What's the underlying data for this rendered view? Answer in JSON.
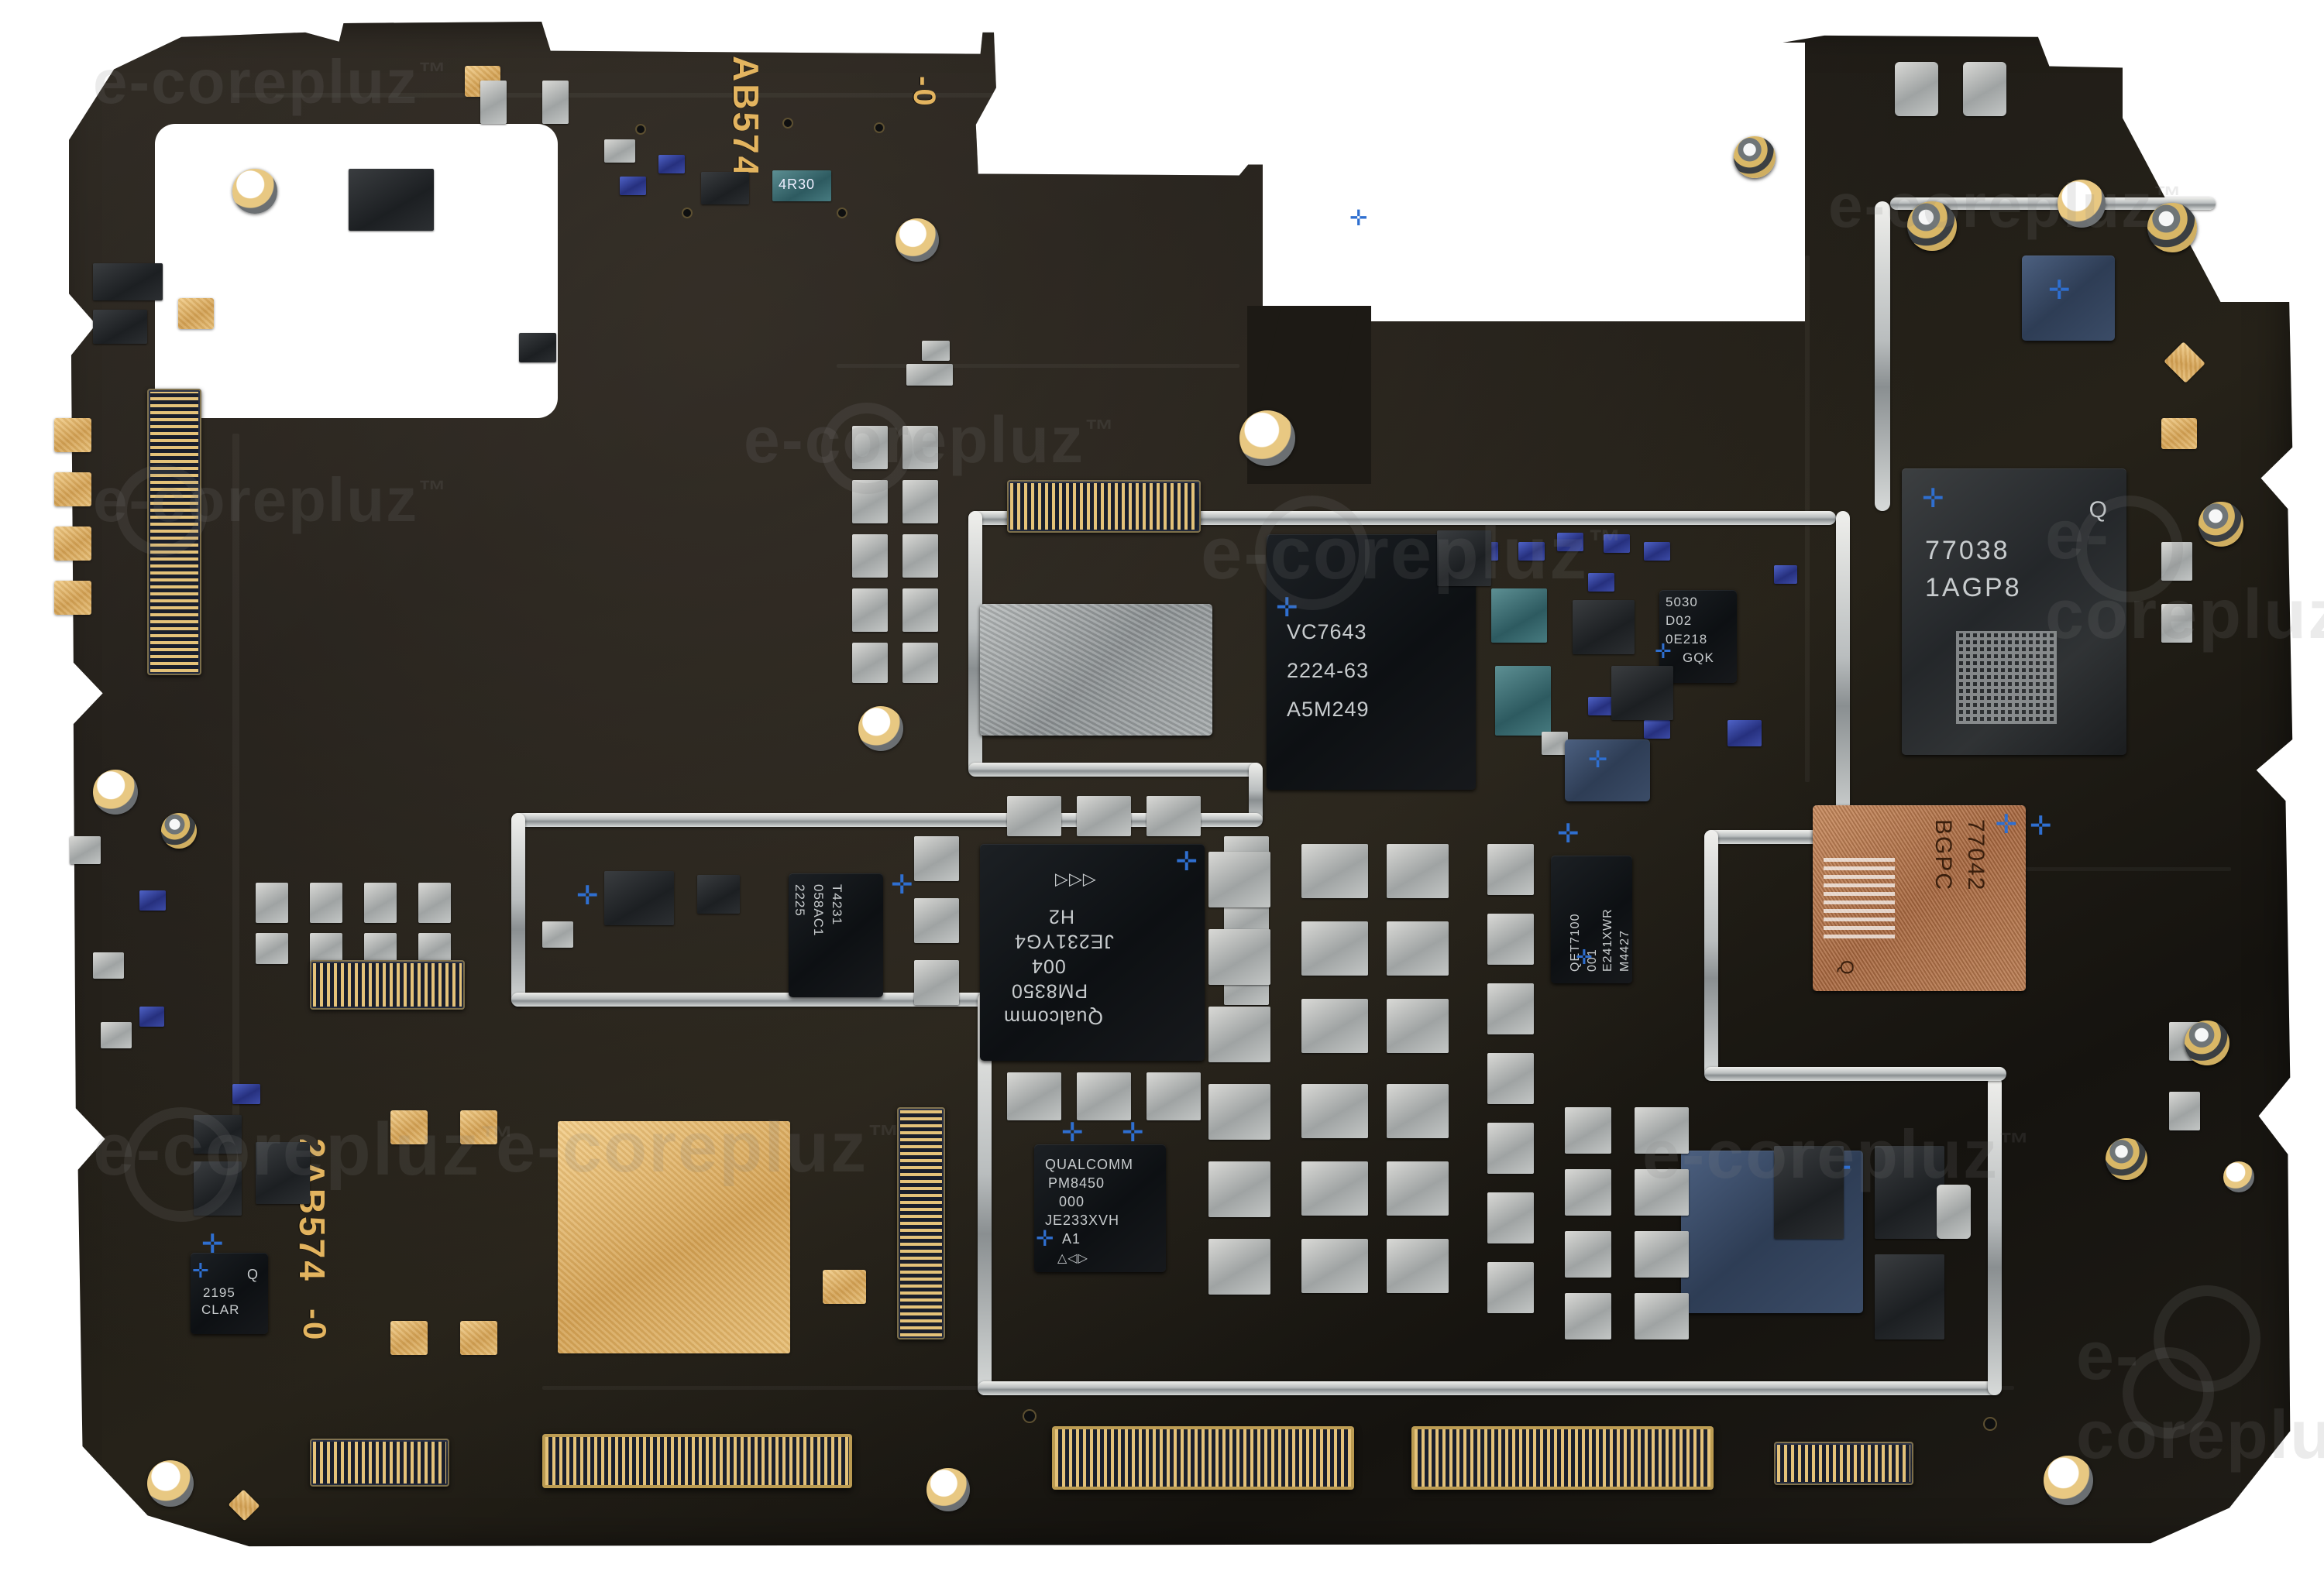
{
  "photo": {
    "subject": "smartphone-motherboard-pcb",
    "background_color": "#ffffff",
    "board_color": "#221e18",
    "accent_gold": "#e3b45f",
    "accent_blue": "#2f6fd0"
  },
  "watermark": {
    "text": "e-corepluz",
    "trademark": "™",
    "color": "#808080"
  },
  "silkscreen": [
    {
      "id": "top-code",
      "text": "AB574"
    },
    {
      "id": "top-rev",
      "text": "-0"
    },
    {
      "id": "bottom-code",
      "text": "2AB574"
    },
    {
      "id": "bottom-rev",
      "text": "-0"
    }
  ],
  "chips": [
    {
      "id": "vc7643",
      "name": "rf-transceiver-vc7643",
      "lines": [
        "VC7643",
        "2224-63",
        "A5M249"
      ]
    },
    {
      "id": "skyworks-77038",
      "name": "power-amplifier-77038",
      "lines": [
        "77038",
        "1AGP8"
      ],
      "logo": "Q"
    },
    {
      "id": "skyworks-77042",
      "name": "power-amplifier-77042",
      "lines": [
        "77042",
        "BGPC"
      ],
      "logo": "Q"
    },
    {
      "id": "pm8350",
      "name": "qualcomm-pm8350-pmic",
      "lines": [
        "Qualcomm",
        "PM8350",
        "004",
        "JE231YG4",
        "H2"
      ],
      "orientation": "rotated-180"
    },
    {
      "id": "pm8450",
      "name": "qualcomm-pm8450-pmic",
      "lines": [
        "QUALCOMM",
        "PM8450",
        "000",
        "JE233XVH",
        "A1"
      ]
    },
    {
      "id": "qet7100",
      "name": "qualcomm-qet7100-envelope-tracker",
      "lines": [
        "QET7100",
        "001",
        "E241XWR",
        "M4427"
      ],
      "logo": "Q",
      "orientation": "rotated-90"
    },
    {
      "id": "gqk-5030",
      "name": "regulator-5030",
      "lines": [
        "5030",
        "D02",
        "0E218",
        "GQK"
      ]
    },
    {
      "id": "t4231",
      "name": "small-ic-t4231",
      "lines": [
        "T4231",
        "058AC1",
        "2225"
      ],
      "orientation": "rotated-90"
    },
    {
      "id": "clar-2195",
      "name": "audio-codec-2195-clar",
      "lines": [
        "2195",
        "CLAR"
      ],
      "logo": "Q"
    },
    {
      "id": "resistor-4r30",
      "name": "smd-resistor-4r30",
      "lines": [
        "4R30"
      ]
    },
    {
      "id": "blue-rf-module",
      "name": "rf-front-end-module",
      "lines": [
        "",
        ""
      ]
    }
  ],
  "connectors": [
    {
      "id": "fpc-left-display",
      "name": "fpc-connector-display"
    },
    {
      "id": "fpc-top-camera",
      "name": "fpc-connector-camera"
    },
    {
      "id": "fpc-mid-left",
      "name": "fpc-connector-side-key"
    },
    {
      "id": "fpc-bottom-left",
      "name": "fpc-connector-antenna"
    },
    {
      "id": "btb-bottom-1",
      "name": "board-to-board-connector-1"
    },
    {
      "id": "btb-bottom-2",
      "name": "board-to-board-connector-2"
    },
    {
      "id": "btb-bottom-3",
      "name": "board-to-board-connector-3"
    },
    {
      "id": "fpc-bottom-right",
      "name": "fpc-connector-sub-board"
    }
  ],
  "features": {
    "shield_frame": "emi-shield-solder-wall",
    "gold_thermal_pad": "gold-plated-thermal-pad",
    "rf_coax_sockets": 6,
    "screw_holes": 8
  }
}
